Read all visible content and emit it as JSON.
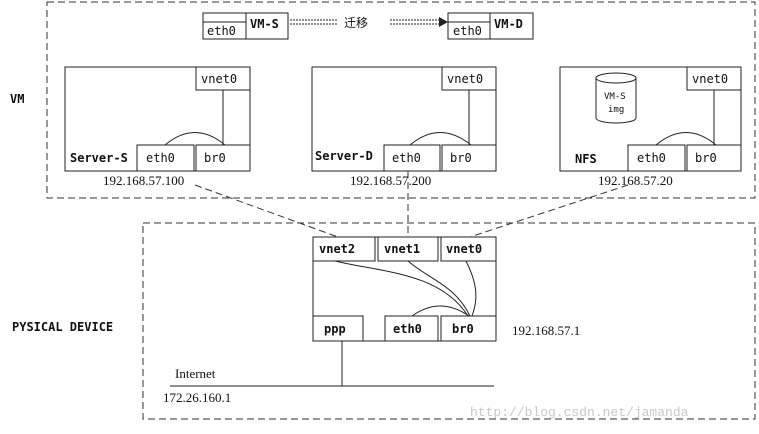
{
  "vm_region": {
    "label": "VM"
  },
  "physical_region": {
    "label": "PYSICAL DEVICE"
  },
  "migration": {
    "label": "迁移",
    "vm_source": "VM-S",
    "vm_dest": "VM-D",
    "src_if": "eth0",
    "dst_if": "eth0"
  },
  "server_s": {
    "name": "Server-S",
    "vnet": "vnet0",
    "eth": "eth0",
    "br": "br0",
    "ip": "192.168.57.100"
  },
  "server_d": {
    "name": "Server-D",
    "vnet": "vnet0",
    "eth": "eth0",
    "br": "br0",
    "ip": "192.168.57.200"
  },
  "nfs": {
    "name": "NFS",
    "vnet": "vnet0",
    "eth": "eth0",
    "br": "br0",
    "ip": "192.168.57.20",
    "disk_line1": "VM-S",
    "disk_line2": "img"
  },
  "host": {
    "vnet2": "vnet2",
    "vnet1": "vnet1",
    "vnet0": "vnet0",
    "ppp": "ppp",
    "eth": "eth0",
    "br": "br0",
    "br_ip": "192.168.57.1"
  },
  "internet": {
    "label": "Internet",
    "ip": "172.26.160.1"
  },
  "watermark": {
    "text": "http://blog.csdn.net/jamanda"
  }
}
